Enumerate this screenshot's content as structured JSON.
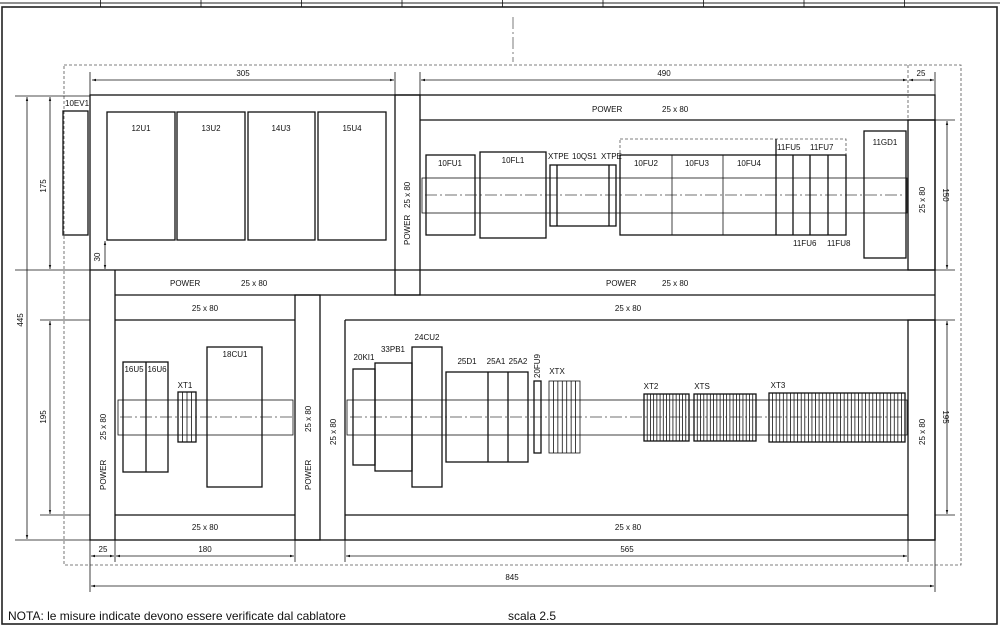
{
  "drawing": {
    "dimensions": {
      "d305": "305",
      "d490": "490",
      "d25_top": "25",
      "d175": "175",
      "d30": "30",
      "d445": "445",
      "d150": "150",
      "d195_left": "195",
      "d195_right": "195",
      "d25_bottom": "25",
      "d180": "180",
      "d565": "565",
      "d845": "845"
    },
    "ducts": {
      "power": "POWER",
      "size": "25 x 80"
    },
    "components_top": {
      "ev1": "10EV1",
      "u1": "12U1",
      "u2": "13U2",
      "u3": "14U3",
      "u4": "15U4",
      "fu1": "10FU1",
      "fl1": "10FL1",
      "xtpe1": "XTPE",
      "qs1": "10QS1",
      "xtpe2": "XTPE",
      "fu2": "10FU2",
      "fu3": "10FU3",
      "fu4": "10FU4",
      "fu5": "11FU5",
      "fu6": "11FU6",
      "fu7": "11FU7",
      "fu8": "11FU8",
      "gd1": "11GD1"
    },
    "components_bottom": {
      "u5": "16U5",
      "u6": "16U6",
      "xt1": "XT1",
      "cu1": "18CU1",
      "ki1": "20KI1",
      "pb1": "33PB1",
      "cu2": "24CU2",
      "d1": "25D1",
      "a1": "25A1",
      "a2": "25A2",
      "fu9": "20FU9",
      "xtx": "XTX",
      "xt2": "XT2",
      "xts": "XTS",
      "xt3": "XT3"
    }
  },
  "footer": {
    "note": "NOTA: le misure indicate devono essere verificate dal cablatore",
    "scale": "scala 2.5"
  }
}
